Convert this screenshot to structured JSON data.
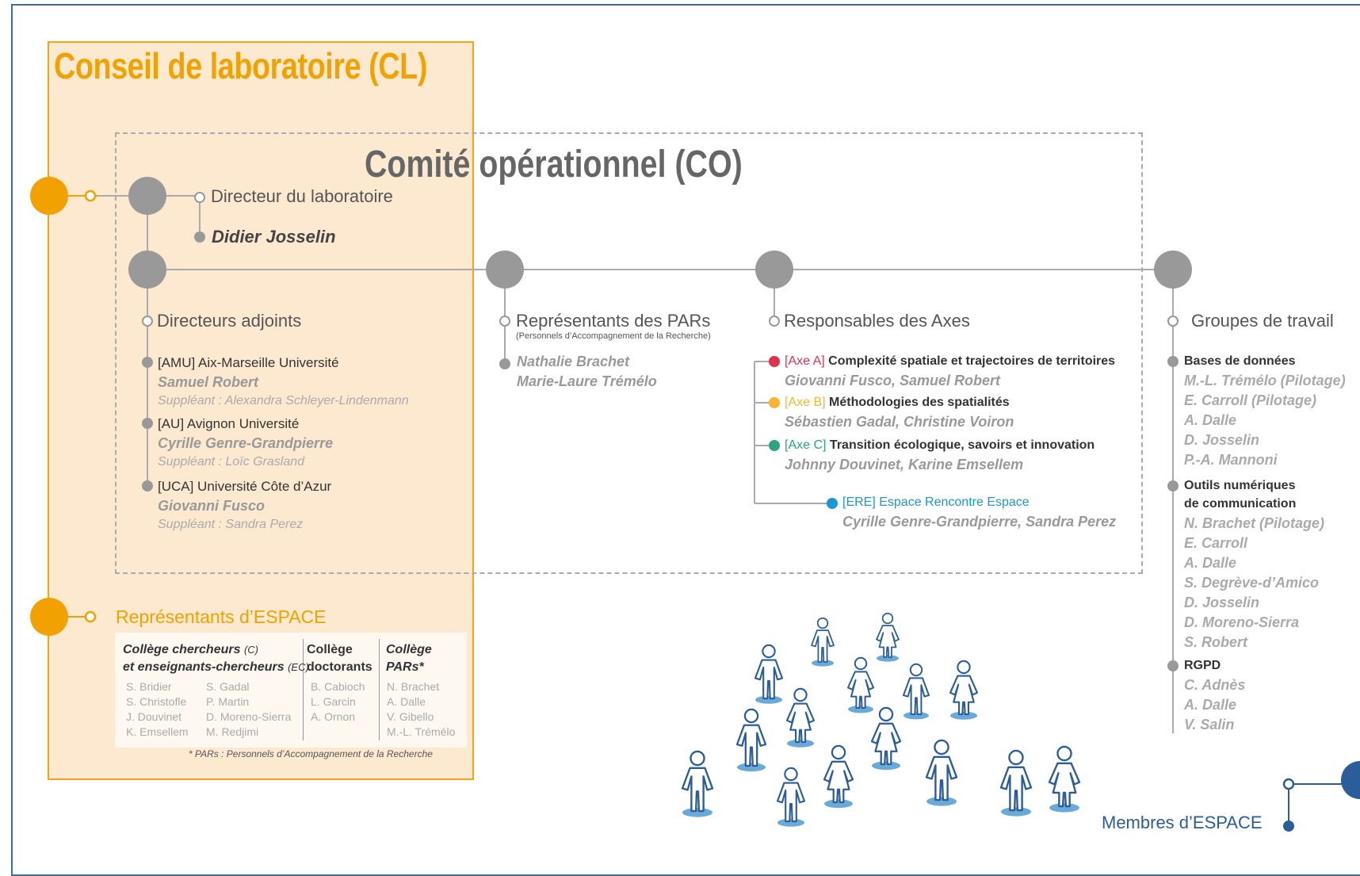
{
  "cl": {
    "title": "Conseil de laboratoire (CL)"
  },
  "co": {
    "title": "Comité opérationnel (CO)"
  },
  "directeur": {
    "title": "Directeur du laboratoire",
    "name": "Didier Josselin"
  },
  "adjoints": {
    "title": "Directeurs adjoints",
    "items": [
      {
        "org": "[AMU] Aix-Marseille Université",
        "name": "Samuel Robert",
        "supp": "Suppléant : Alexandra Schleyer-Lindenmann"
      },
      {
        "org": "[AU] Avignon Université",
        "name": "Cyrille Genre-Grandpierre",
        "supp": "Suppléant : Loïc Grasland"
      },
      {
        "org": "[UCA] Université Côte d’Azur",
        "name": "Giovanni Fusco",
        "supp": "Suppléant : Sandra Perez"
      }
    ]
  },
  "pars": {
    "title": "Représentants des PARs",
    "subtitle": "(Personnels d’Accompagnement de la Recherche)",
    "names": [
      "Nathalie Brachet",
      "Marie-Laure Trémélo"
    ]
  },
  "axes": {
    "title": "Responsables des Axes",
    "items": [
      {
        "tag": "[Axe A]",
        "label": "Complexité spatiale et trajectoires de territoires",
        "names": "Giovanni Fusco, Samuel Robert",
        "color": "#e2314f"
      },
      {
        "tag": "[Axe B]",
        "label": "Méthodologies des spatialités",
        "names": "Sébastien Gadal, Christine Voiron",
        "color": "#f5b52e"
      },
      {
        "tag": "[Axe C]",
        "label": "Transition écologique, savoirs et innovation",
        "names": "Johnny Douvinet, Karine Emsellem",
        "color": "#2aa57e"
      }
    ],
    "ere": {
      "label": "[ERE] Espace Rencontre Espace",
      "names": "Cyrille Genre-Grandpierre, Sandra Perez",
      "color": "#1b96d6"
    }
  },
  "groupes": {
    "title": "Groupes de travail",
    "items": [
      {
        "label": [
          "Bases de données"
        ],
        "names": [
          "M.-L. Trémélo (Pilotage)",
          "E. Carroll (Pilotage)",
          "A. Dalle",
          "D. Josselin",
          "P.-A. Mannoni"
        ]
      },
      {
        "label": [
          "Outils numériques",
          "de communication"
        ],
        "names": [
          "N. Brachet (Pilotage)",
          "E. Carroll",
          "A. Dalle",
          "S. Degrève-d’Amico",
          "D. Josselin",
          "D. Moreno-Sierra",
          "S. Robert"
        ]
      },
      {
        "label": [
          "RGPD"
        ],
        "names": [
          "C. Adnès",
          "A. Dalle",
          "V. Salin"
        ]
      }
    ]
  },
  "representants": {
    "title": "Représentants d’ESPACE",
    "col1": {
      "h1": "Collège chercheurs ",
      "h1s": "(C)",
      "h2": "et enseignants-chercheurs ",
      "h2s": "(EC)",
      "a": [
        "S. Bridier",
        "S. Christofle",
        "J. Douvinet",
        "K. Emsellem"
      ],
      "b": [
        "S. Gadal",
        "P. Martin",
        "D. Moreno-Sierra",
        "M. Redjimi"
      ]
    },
    "col2": {
      "h1": "Collège",
      "h2": "doctorants",
      "names": [
        "B. Cabioch",
        "L. Garcin",
        "A. Ornon"
      ]
    },
    "col3": {
      "h1": "Collège",
      "h2": "PARs*",
      "names": [
        "N. Brachet",
        "A. Dalle",
        "V. Gibello",
        "M.-L. Trémélo"
      ]
    },
    "footnote": "* PARs : Personnels d’Accompagnement de la Recherche"
  },
  "members": {
    "label": "Membres d’ESPACE"
  }
}
